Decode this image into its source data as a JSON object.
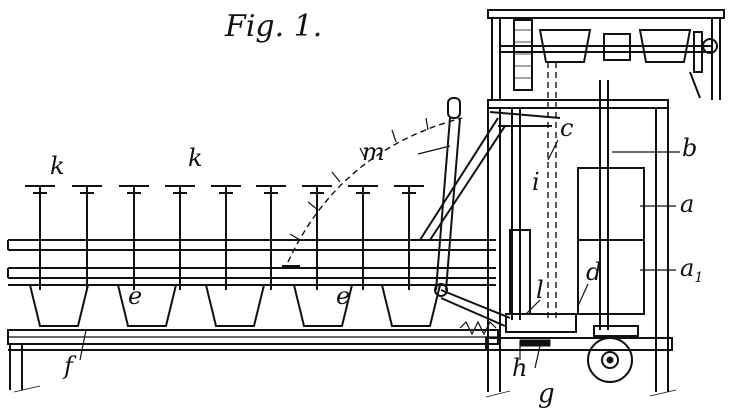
{
  "figure": {
    "title": "Fig. 1."
  },
  "labels": {
    "k1": "k",
    "k2": "k",
    "m": "m",
    "c": "c",
    "b": "b",
    "i": "i",
    "a": "a",
    "a1": "a",
    "a1_sub": "1",
    "d": "d",
    "l": "l",
    "e1": "e",
    "e2": "e",
    "f": "f",
    "h": "h",
    "g": "g"
  }
}
